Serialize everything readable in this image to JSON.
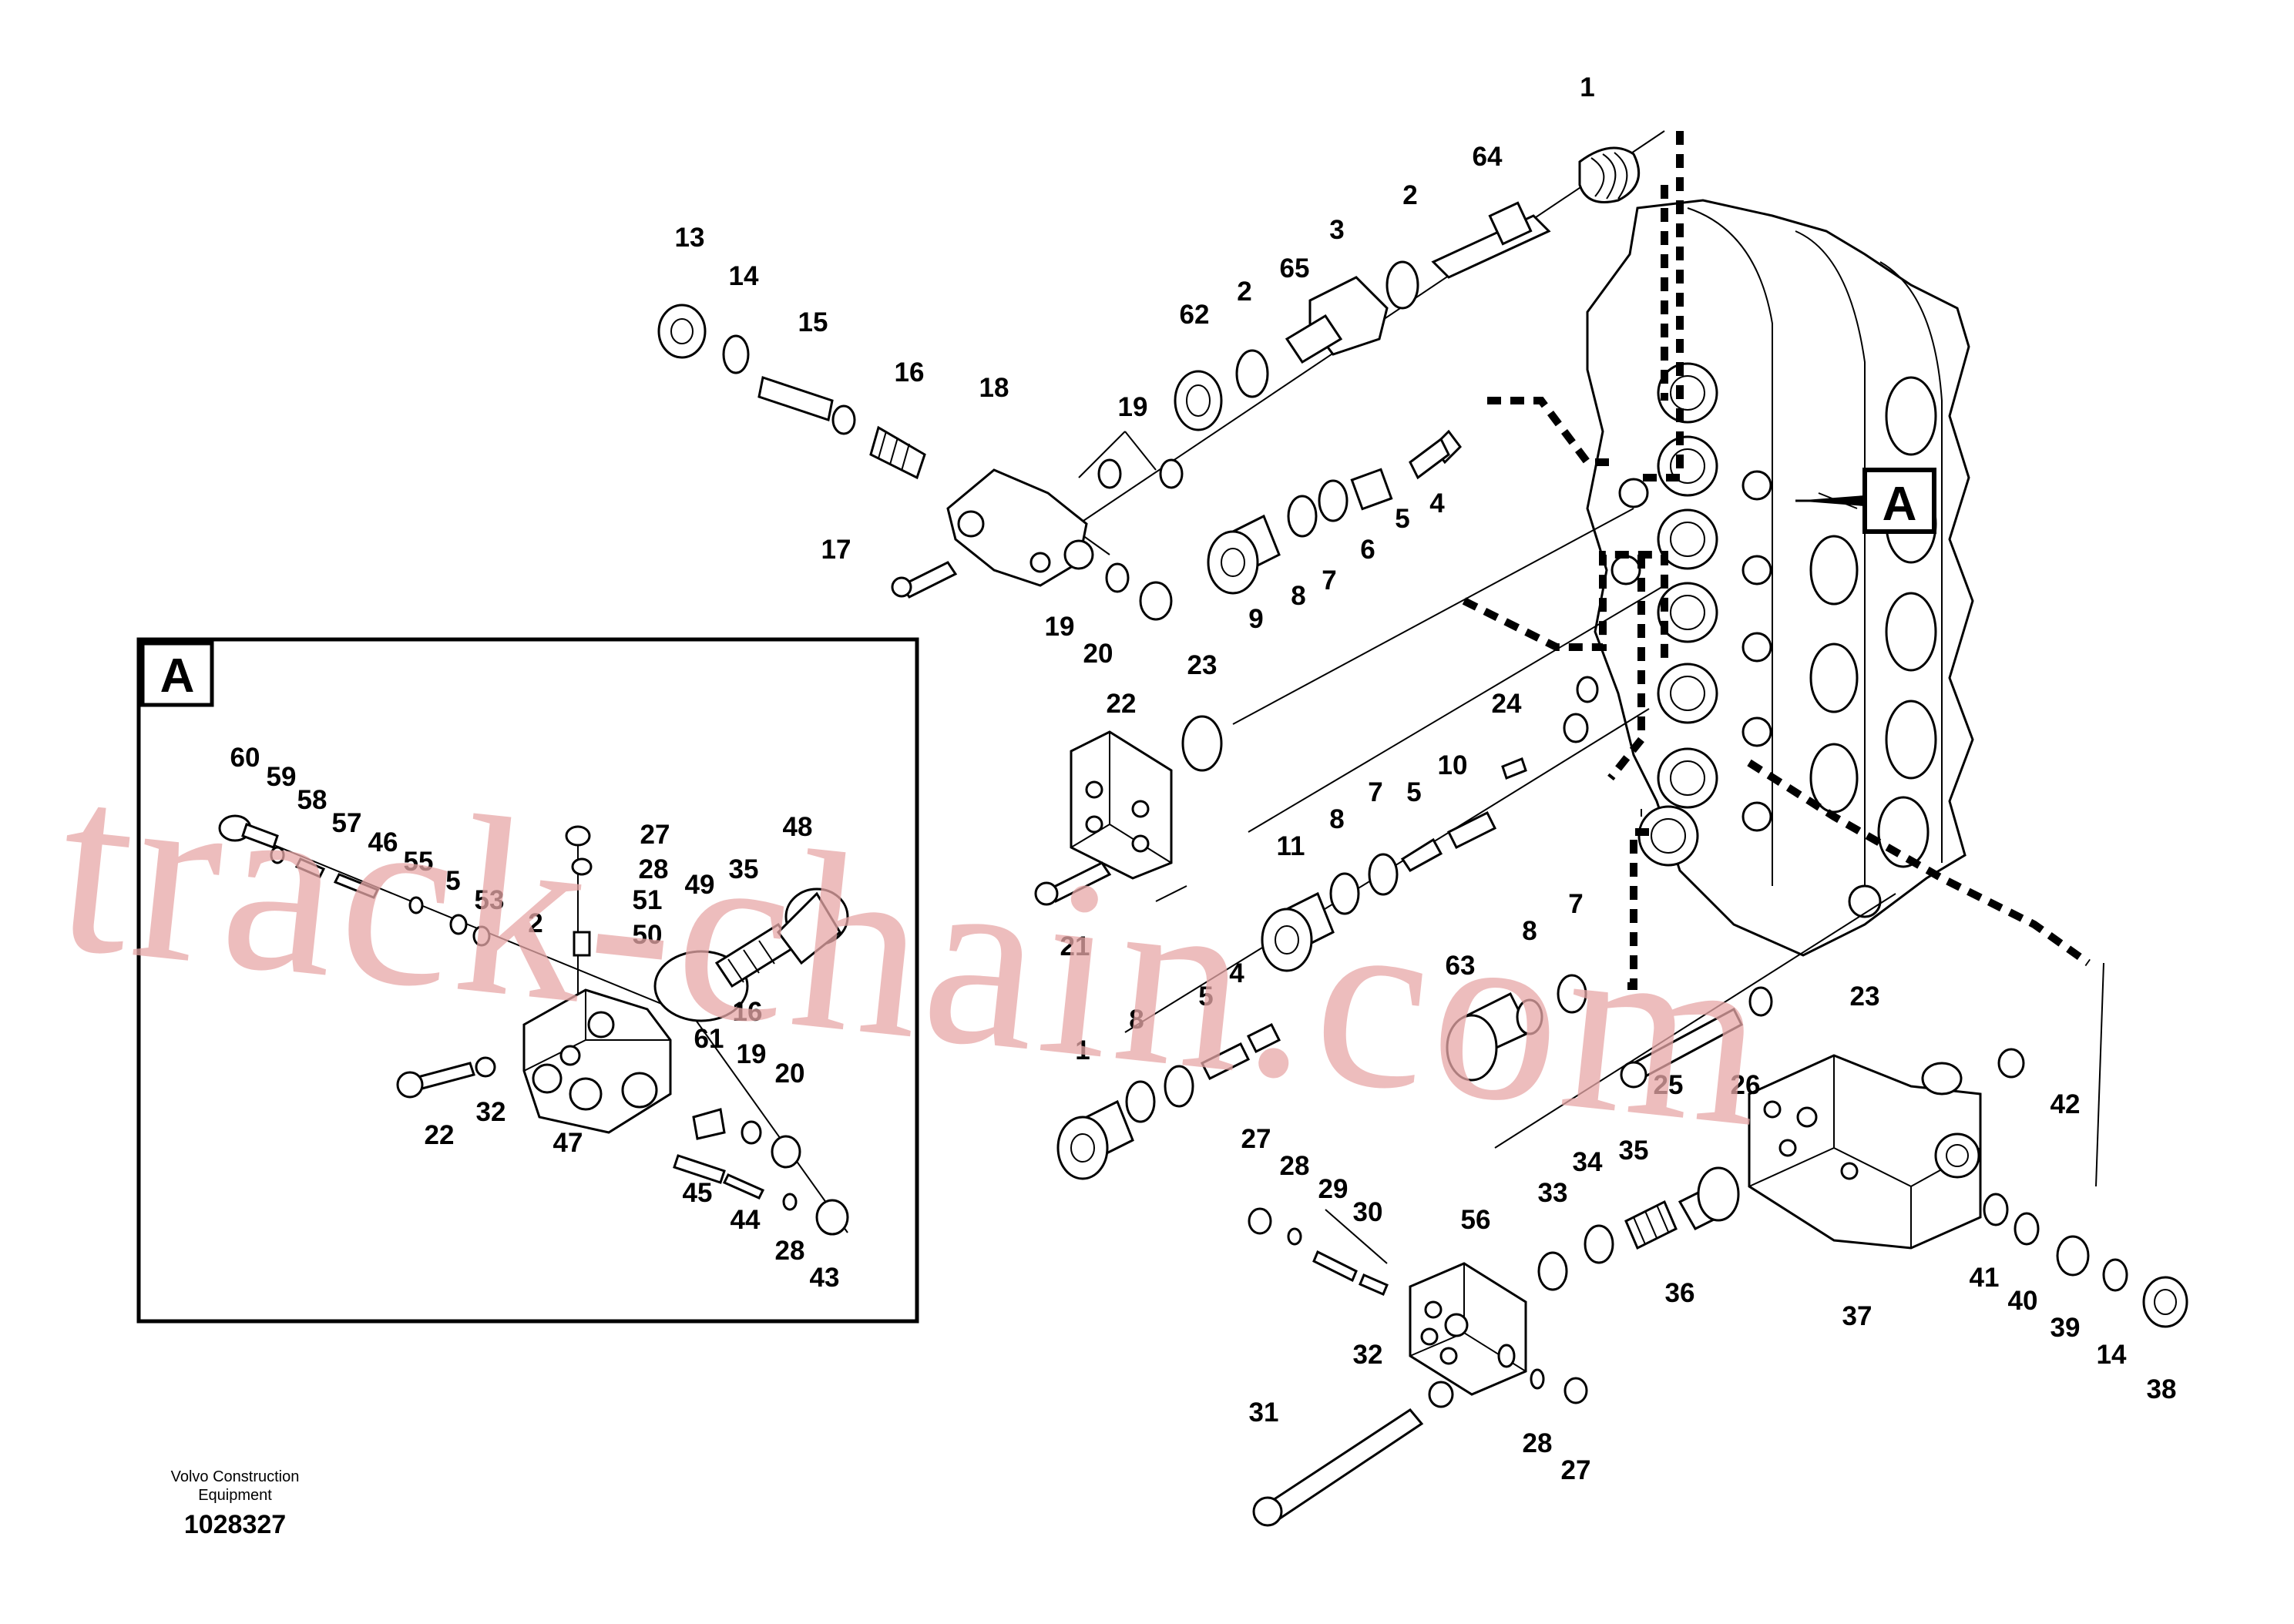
{
  "drawing_number": "1028327",
  "brand_line1": "Volvo Construction",
  "brand_line2": "Equipment",
  "watermark": "track-chain.com",
  "detail_callout": "A",
  "main_labels": [
    "1",
    "64",
    "2",
    "3",
    "65",
    "62",
    "2",
    "13",
    "14",
    "15",
    "16",
    "18",
    "19",
    "19",
    "17",
    "20",
    "4",
    "5",
    "6",
    "7",
    "8",
    "9",
    "23",
    "22",
    "21",
    "24",
    "10",
    "5",
    "7",
    "8",
    "11",
    "63",
    "8",
    "7",
    "4",
    "5",
    "8",
    "1",
    "23",
    "42",
    "26",
    "25",
    "27",
    "28",
    "29",
    "30",
    "33",
    "34",
    "35",
    "36",
    "56",
    "37",
    "41",
    "40",
    "39",
    "14",
    "38",
    "32",
    "31",
    "28",
    "27"
  ],
  "detail_labels": [
    "60",
    "59",
    "58",
    "57",
    "46",
    "55",
    "5",
    "53",
    "2",
    "27",
    "28",
    "51",
    "50",
    "49",
    "35",
    "48",
    "16",
    "61",
    "19",
    "20",
    "22",
    "32",
    "47",
    "45",
    "44",
    "28",
    "43"
  ]
}
